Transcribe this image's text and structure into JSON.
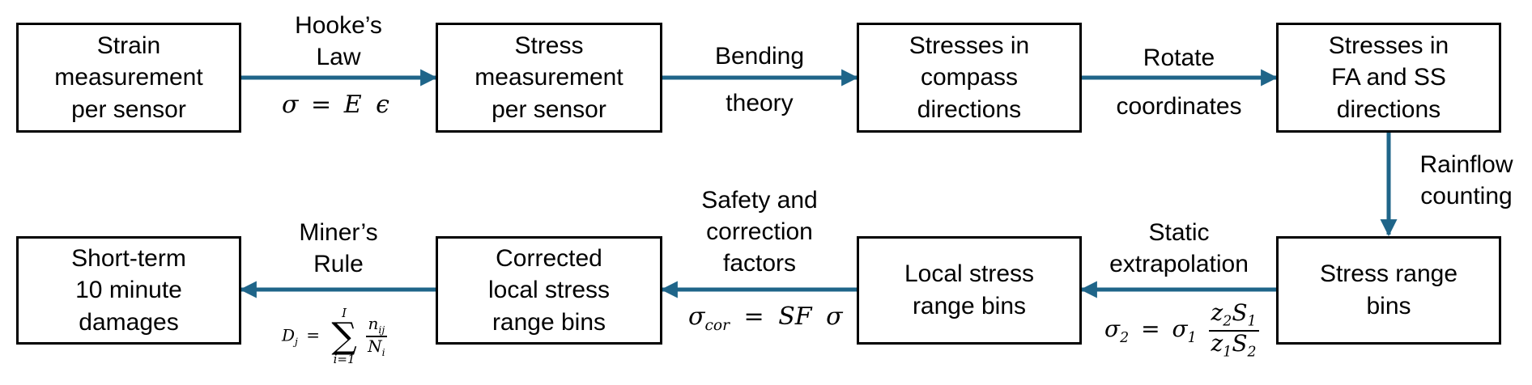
{
  "boxes": {
    "strain": [
      "Strain",
      "measurement",
      "per sensor"
    ],
    "stress": [
      "Stress",
      "measurement",
      "per sensor"
    ],
    "compass": [
      "Stresses in",
      "compass",
      "directions"
    ],
    "fass": [
      "Stresses in",
      "FA and SS",
      "directions"
    ],
    "range": [
      "Stress range",
      "bins"
    ],
    "local": [
      "Local stress",
      "range bins"
    ],
    "corrected": [
      "Corrected",
      "local stress",
      "range bins"
    ],
    "damages": [
      "Short-term",
      "10 minute",
      "damages"
    ]
  },
  "labels": {
    "hooke": [
      "Hooke’s",
      "Law"
    ],
    "bending_top": "Bending",
    "bending_bottom": "theory",
    "rotate_top": "Rotate",
    "rotate_bottom": "coordinates",
    "rainflow": [
      "Rainflow",
      "counting"
    ],
    "static": [
      "Static",
      "extrapolation"
    ],
    "safety": [
      "Safety and",
      "correction",
      "factors"
    ],
    "miner": [
      "Miner’s",
      "Rule"
    ]
  },
  "equations": {
    "hooke": {
      "lhs": "σ",
      "eq": "=",
      "rhs1": "E",
      "rhs2": "ϵ"
    },
    "static": {
      "lhs": "σ",
      "lhs_sub": "2",
      "eq": "=",
      "rhs": "σ",
      "rhs_sub": "1",
      "num": [
        "z",
        "2",
        "S",
        "1"
      ],
      "den": [
        "z",
        "1",
        "S",
        "2"
      ]
    },
    "correction": {
      "lhs": "σ",
      "lhs_sub": "cor",
      "eq": "=",
      "rhs1": "SF",
      "rhs2": "σ"
    },
    "miner": {
      "lhs": "D",
      "lhs_sub": "j",
      "eq": "=",
      "upper": "I",
      "lower": "i=1",
      "num": [
        "n",
        "ij"
      ],
      "den": [
        "N",
        "i"
      ]
    }
  },
  "colors": {
    "arrow": "#1f6589",
    "border": "#000000"
  }
}
